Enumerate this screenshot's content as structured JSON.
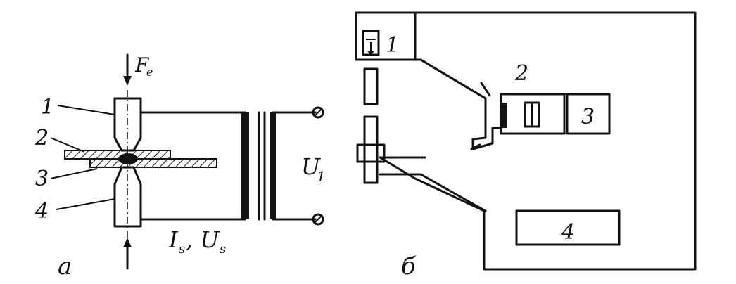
{
  "figure_a": {
    "caption": "а",
    "force_label": "F",
    "force_subscript": "e",
    "callouts": [
      "1",
      "2",
      "3",
      "4"
    ],
    "secondary_label": "I",
    "secondary_sub1": "s",
    "secondary_mid": ", U",
    "secondary_sub2": "s",
    "primary_label": "U",
    "primary_sub": "1"
  },
  "figure_b": {
    "caption": "б",
    "callouts": [
      "1",
      "2",
      "3",
      "4"
    ]
  }
}
